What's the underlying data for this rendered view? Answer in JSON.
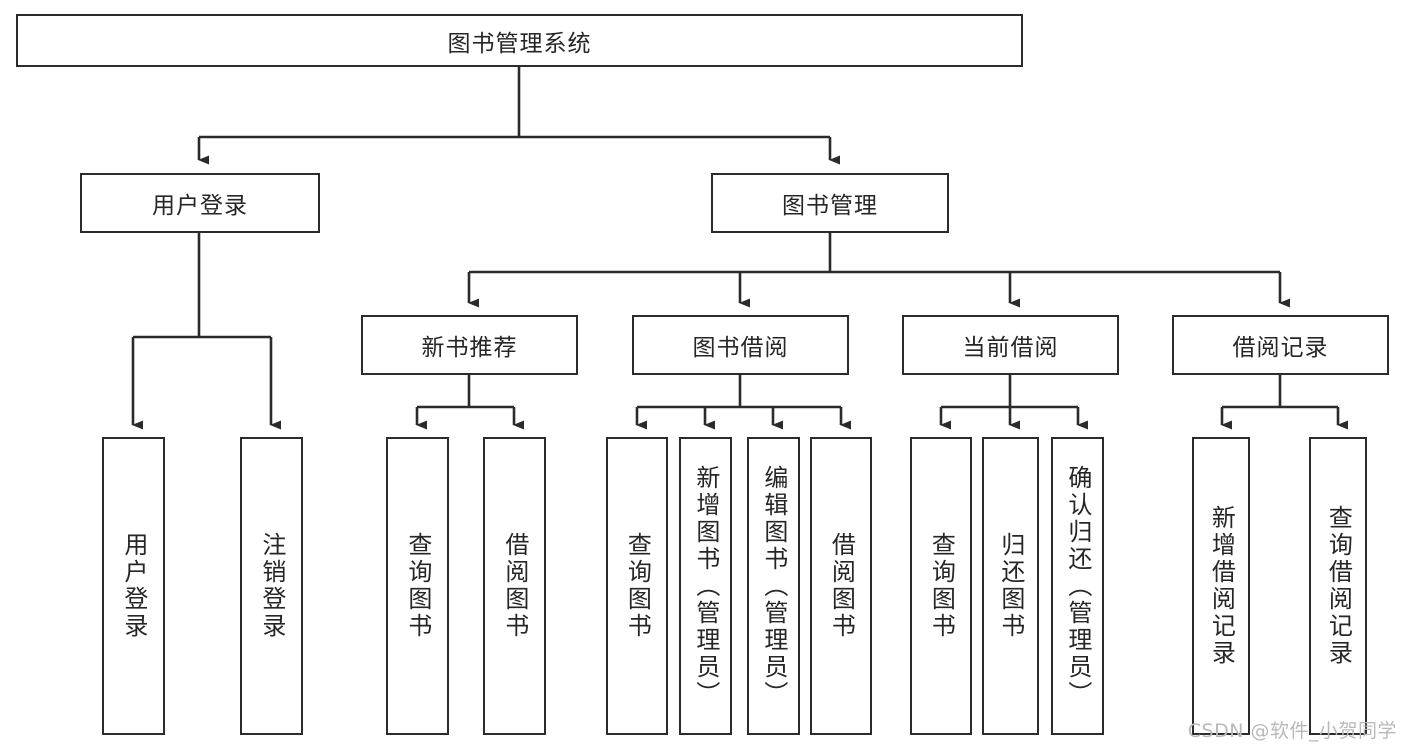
{
  "diagram": {
    "title_node": {
      "label": "图书管理系统"
    },
    "level2": [
      {
        "label": "用户登录"
      },
      {
        "label": "图书管理"
      }
    ],
    "level3": [
      {
        "label": "新书推荐"
      },
      {
        "label": "图书借阅"
      },
      {
        "label": "当前借阅"
      },
      {
        "label": "借阅记录"
      }
    ],
    "leaves": {
      "user_login": [
        {
          "label": "用户登录"
        },
        {
          "label": "注销登录"
        }
      ],
      "new_book_recommend": [
        {
          "label": "查询图书"
        },
        {
          "label": "借阅图书"
        }
      ],
      "book_borrow": [
        {
          "label": "查询图书"
        },
        {
          "label": "新增图书（管理员）"
        },
        {
          "label": "编辑图书（管理员）"
        },
        {
          "label": "借阅图书"
        }
      ],
      "current_borrow": [
        {
          "label": "查询图书"
        },
        {
          "label": "归还图书"
        },
        {
          "label": "确认归还（管理员）"
        }
      ],
      "borrow_record": [
        {
          "label": "新增借阅记录"
        },
        {
          "label": "查询借阅记录"
        }
      ]
    }
  },
  "watermark": {
    "text": "CSDN @软件_小贺同学"
  },
  "colors": {
    "border": "#2b2b2b",
    "text": "#262626",
    "background": "#ffffff",
    "watermark": "#b9b9b9"
  }
}
